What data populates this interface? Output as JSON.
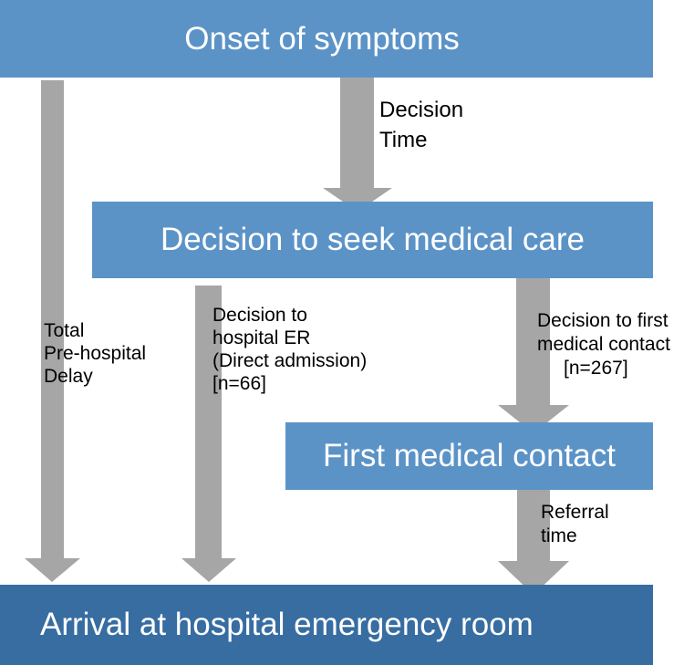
{
  "boxes": {
    "onset": "Onset of symptoms",
    "decision": "Decision to seek medical care",
    "first_contact": "First medical contact",
    "arrival": "Arrival at hospital emergency room"
  },
  "labels": {
    "decision_time": [
      "Decision",
      "Time"
    ],
    "total_delay": [
      "Total",
      "Pre-hospital",
      "Delay"
    ],
    "direct_admission": [
      "Decision to",
      "hospital ER",
      "(Direct admission)",
      "[n=66]"
    ],
    "first_contact": [
      "Decision to first",
      "medical contact",
      "[n=267]"
    ],
    "referral_time": [
      "Referral",
      "time"
    ]
  },
  "colors": {
    "box": "#5b93c7",
    "arrival_box": "#376da1",
    "arrow": "#a6a6a6",
    "text_on_box": "#ffffff",
    "label_text": "#000000"
  }
}
